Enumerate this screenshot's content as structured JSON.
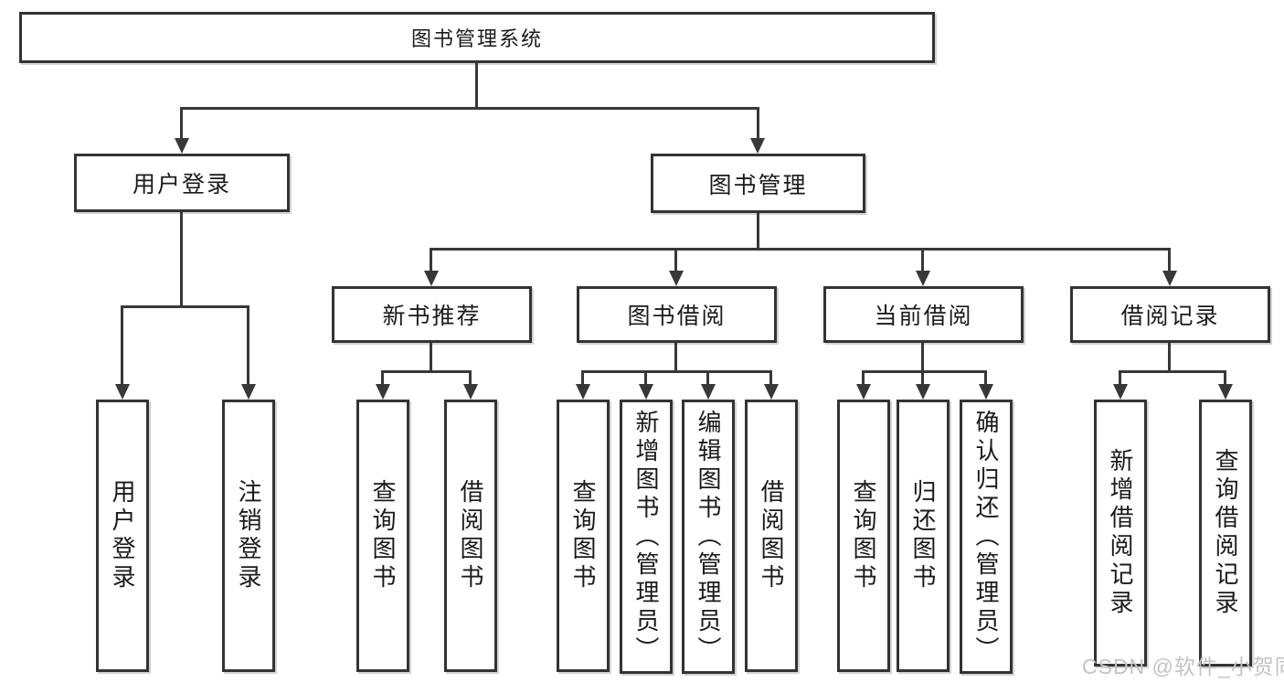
{
  "diagram": {
    "root": {
      "label": "图书管理系统"
    },
    "branches": [
      {
        "label": "用户登录",
        "children": [
          {
            "label": "用户登录"
          },
          {
            "label": "注销登录"
          }
        ]
      },
      {
        "label": "图书管理",
        "groups": [
          {
            "label": "新书推荐",
            "children": [
              {
                "label": "查询图书"
              },
              {
                "label": "借阅图书"
              }
            ]
          },
          {
            "label": "图书借阅",
            "children": [
              {
                "label": "查询图书"
              },
              {
                "label": "新增图书（管理员）"
              },
              {
                "label": "编辑图书（管理员）"
              },
              {
                "label": "借阅图书"
              }
            ]
          },
          {
            "label": "当前借阅",
            "children": [
              {
                "label": "查询图书"
              },
              {
                "label": "归还图书"
              },
              {
                "label": "确认归还（管理员）"
              }
            ]
          },
          {
            "label": "借阅记录",
            "children": [
              {
                "label": "新增借阅记录"
              },
              {
                "label": "查询借阅记录"
              }
            ]
          }
        ]
      }
    ]
  },
  "watermark": {
    "text": "CSDN @软件_小贺同学"
  },
  "colors": {
    "line": "#383838",
    "box_border": "#333333",
    "box_fill": "#ffffff",
    "text": "#1a1a1a",
    "watermark": "#c3c3c3"
  }
}
